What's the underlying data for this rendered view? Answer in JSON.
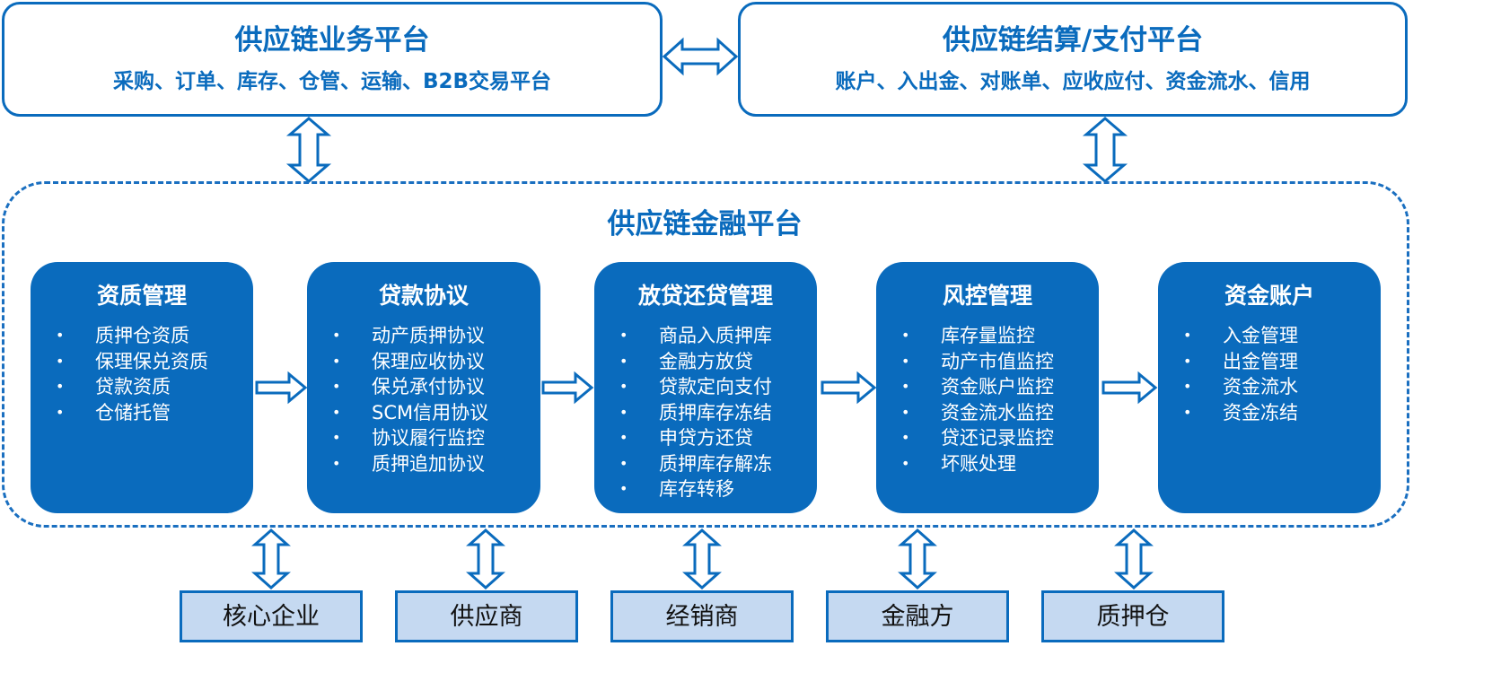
{
  "business_platform": {
    "title": "供应链业务平台",
    "subtitle": "采购、订单、库存、仓管、运输、B2B交易平台"
  },
  "settlement_platform": {
    "title": "供应链结算/支付平台",
    "subtitle": "账户、入出金、对账单、应收应付、资金流水、信用"
  },
  "finance_platform": {
    "title": "供应链金融平台",
    "modules": [
      {
        "title": "资质管理",
        "items": [
          "质押仓资质",
          "保理保兑资质",
          "贷款资质",
          "仓储托管"
        ]
      },
      {
        "title": "贷款协议",
        "items": [
          "动产质押协议",
          "保理应收协议",
          "保兑承付协议",
          "SCM信用协议",
          "协议履行监控",
          "质押追加协议"
        ]
      },
      {
        "title": "放贷还贷管理",
        "items": [
          "商品入质押库",
          "金融方放贷",
          "贷款定向支付",
          "质押库存冻结",
          "申贷方还贷",
          "质押库存解冻",
          "库存转移"
        ]
      },
      {
        "title": "风控管理",
        "items": [
          "库存量监控",
          "动产市值监控",
          "资金账户监控",
          "资金流水监控",
          "贷还记录监控",
          "坏账处理"
        ]
      },
      {
        "title": "资金账户",
        "items": [
          "入金管理",
          "出金管理",
          "资金流水",
          "资金冻结"
        ]
      }
    ]
  },
  "participants": [
    "核心企业",
    "供应商",
    "经销商",
    "金融方",
    "质押仓"
  ],
  "colors": {
    "primary": "#0a6bbd",
    "participant_fill": "#c5d9f1",
    "text_on_primary": "#ffffff"
  }
}
